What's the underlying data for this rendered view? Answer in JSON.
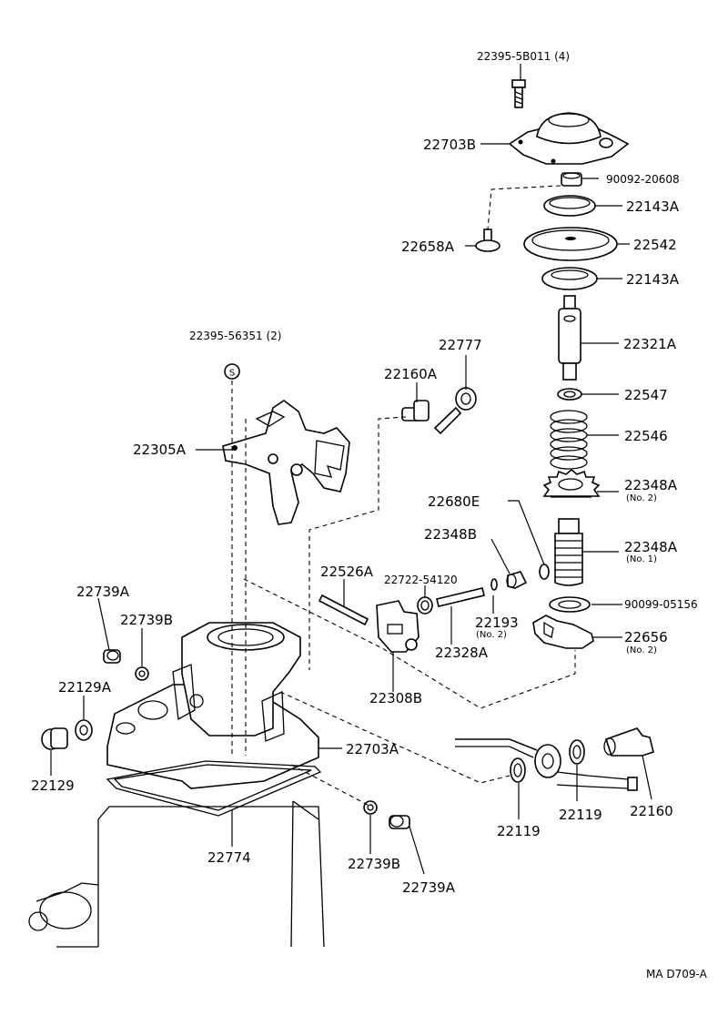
{
  "diagram": {
    "callouts": {
      "p22395_5b011": "22395-5B011 (4)",
      "p22703b": "22703B",
      "p90092": "90092-20608",
      "p22143a_top": "22143A",
      "p22658a": "22658A",
      "p22542": "22542",
      "p22143a_bot": "22143A",
      "p22321a": "22321A",
      "p22395_56351": "22395-56351 (2)",
      "p22777": "22777",
      "p22160a": "22160A",
      "p22547": "22547",
      "p22546": "22546",
      "p22305a": "22305A",
      "p22348a_no2": "22348A",
      "p22348a_no2_sub": "(No. 2)",
      "p22680e": "22680E",
      "p22348b": "22348B",
      "p22348a_no1": "22348A",
      "p22348a_no1_sub": "(No. 1)",
      "p22526a": "22526A",
      "p22722": "22722-54120",
      "p90099": "90099-05156",
      "p22739a_left": "22739A",
      "p22739b_left": "22739B",
      "p22193": "22193",
      "p22193_sub": "(No. 2)",
      "p22656": "22656",
      "p22656_sub": "(No. 2)",
      "p22328a": "22328A",
      "p22129a": "22129A",
      "p22308b": "22308B",
      "p22703a": "22703A",
      "p22129": "22129",
      "p22119_left": "22119",
      "p22119_right": "22119",
      "p22160": "22160",
      "p22774": "22774",
      "p22739b_bottom": "22739B",
      "p22739a_bottom": "22739A",
      "s_symbol": "S"
    },
    "diagram_code": "MA D709-A"
  }
}
